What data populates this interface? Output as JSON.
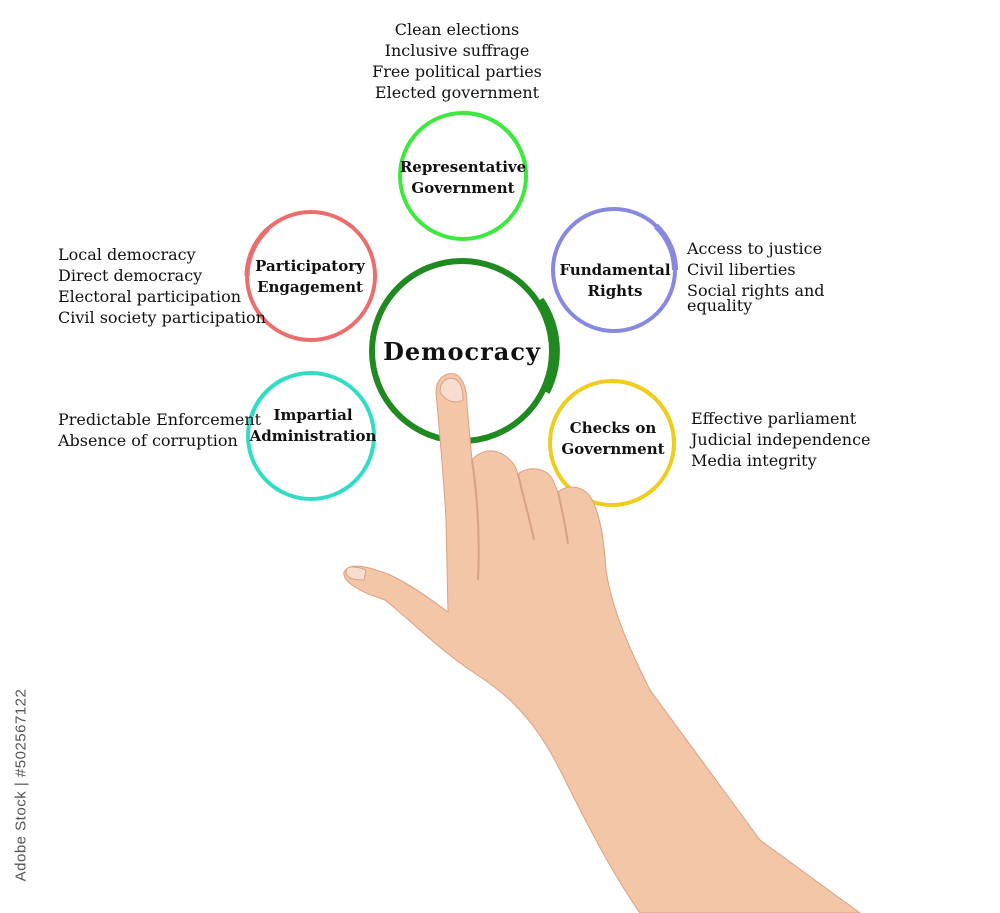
{
  "center": {
    "label": "Democracy",
    "color": "#1f8a1f"
  },
  "nodes": [
    {
      "id": "representative",
      "label_lines": [
        "Representative",
        "Government"
      ],
      "color": "#3ee83e",
      "items": [
        "Clean elections",
        "Inclusive suffrage",
        "Free political parties",
        "Elected government"
      ]
    },
    {
      "id": "rights",
      "label_lines": [
        "Fundamental",
        "Rights"
      ],
      "color": "#8888e0",
      "items": [
        "Access to justice",
        "Civil liberties",
        "Social rights and equality"
      ]
    },
    {
      "id": "checks",
      "label_lines": [
        "Checks on",
        "Government"
      ],
      "color": "#f0cc1c",
      "items": [
        "Effective parliament",
        "Judicial independence",
        "Media integrity"
      ]
    },
    {
      "id": "administration",
      "label_lines": [
        "Impartial",
        "Administration"
      ],
      "color": "#33ddc4",
      "items": [
        "Predictable Enforcement",
        "Absence of corruption"
      ]
    },
    {
      "id": "participatory",
      "label_lines": [
        "Participatory",
        "Engagement"
      ],
      "color": "#ea6e6e",
      "items": [
        "Local democracy",
        "Direct democracy",
        "Electoral participation",
        "Civil society participation"
      ]
    }
  ],
  "watermark": {
    "text": "Adobe Stock | #502567122"
  },
  "hand": {
    "skin": "#f2c6a7",
    "shade": "#d9a283"
  }
}
